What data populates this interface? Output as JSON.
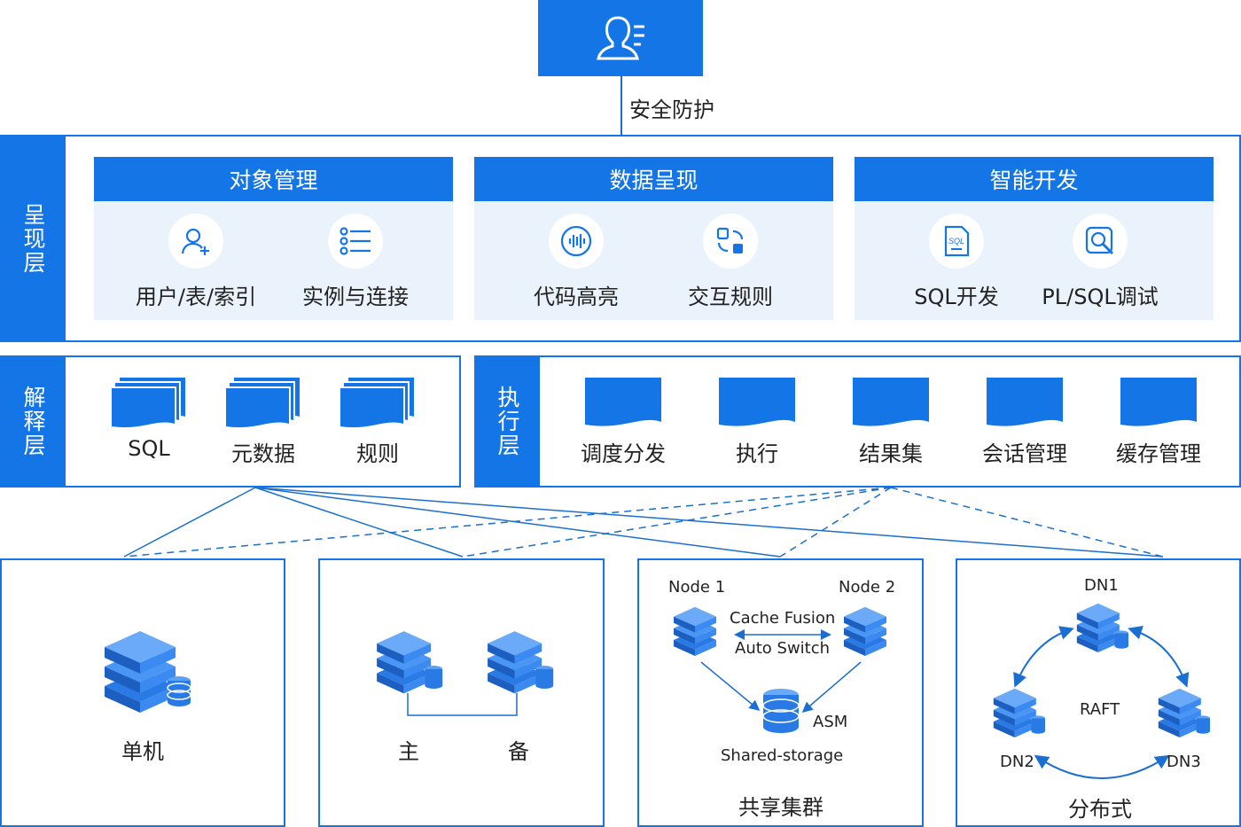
{
  "security_label": "安全防护",
  "layers": {
    "presentation": "呈现层",
    "parsing": "解释层",
    "execution": "执行层"
  },
  "panels": [
    {
      "title": "对象管理",
      "features": [
        {
          "label": "用户/表/索引",
          "icon": "user-add-icon"
        },
        {
          "label": "实例与连接",
          "icon": "list-settings-icon"
        }
      ]
    },
    {
      "title": "数据呈现",
      "features": [
        {
          "label": "代码高亮",
          "icon": "waveform-icon"
        },
        {
          "label": "交互规则",
          "icon": "sync-rules-icon"
        }
      ]
    },
    {
      "title": "智能开发",
      "features": [
        {
          "label": "SQL开发",
          "icon": "sql-file-icon"
        },
        {
          "label": "PL/SQL调试",
          "icon": "search-debug-icon"
        }
      ]
    }
  ],
  "parse_items": [
    "SQL",
    "元数据",
    "规则"
  ],
  "exec_items": [
    "调度分发",
    "执行",
    "结果集",
    "会话管理",
    "缓存管理"
  ],
  "deployments": {
    "standalone": {
      "label": "单机"
    },
    "primary_standby": {
      "primary": "主",
      "standby": "备"
    },
    "shared_cluster": {
      "label": "共享集群",
      "node1": "Node 1",
      "node2": "Node 2",
      "cache_fusion": "Cache Fusion",
      "auto_switch": "Auto Switch",
      "asm": "ASM",
      "shared_storage": "Shared-storage"
    },
    "distributed": {
      "label": "分布式",
      "dn1": "DN1",
      "dn2": "DN2",
      "dn3": "DN3",
      "raft": "RAFT"
    }
  },
  "colors": {
    "primary": "#1476e6",
    "panel_bg": "#eaf3fc",
    "server": "#3d8ef0"
  }
}
